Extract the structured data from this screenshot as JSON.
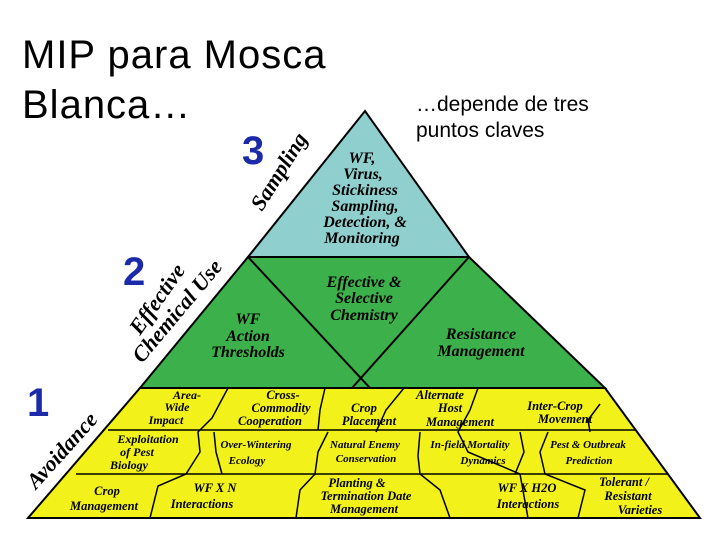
{
  "title": {
    "line1": "MIP para Mosca",
    "line2": "Blanca…"
  },
  "subtitle": {
    "line1": "…depende de tres",
    "line2": "puntos claves"
  },
  "tiers": {
    "three": {
      "number": "3",
      "side": "Sampling",
      "text": [
        "WF,",
        "Virus,",
        "Stickiness",
        "Sampling,",
        "Detection, &",
        "Monitoring"
      ]
    },
    "two": {
      "number": "2",
      "side1": "Effective",
      "side2": "Chemical Use",
      "effective": [
        "Effective &",
        "Selective",
        "Chemistry"
      ],
      "thresholds": [
        "WF",
        "Action",
        "Thresholds"
      ],
      "resistance": [
        "Resistance",
        "Management"
      ]
    },
    "one": {
      "number": "1",
      "side": "Avoidance",
      "cells": {
        "area": [
          "Area-",
          "Wide",
          "Impact"
        ],
        "cross": [
          "Cross-",
          "Commodity",
          "Cooperation"
        ],
        "crop": [
          "Crop",
          "Placement"
        ],
        "alt": [
          "Alternate",
          "Host",
          "Management"
        ],
        "inter": [
          "Inter-Crop",
          "Movement"
        ],
        "exploit": [
          "Exploitation",
          "of Pest",
          "Biology"
        ],
        "overw": [
          "Over-Wintering",
          "Ecology"
        ],
        "natural": [
          "Natural Enemy",
          "Conservation"
        ],
        "infield": [
          "In-field Mortality",
          "Dynamics"
        ],
        "pest": [
          "Pest & Outbreak",
          "Prediction"
        ],
        "cropmgmt": [
          "Crop",
          "Management"
        ],
        "wfxn": [
          "WF X N",
          "Interactions"
        ],
        "planting": [
          "Planting &",
          "Termination Date",
          "Management"
        ],
        "wfxh2o": [
          "WF X H2O",
          "Interactions"
        ],
        "tolerant": [
          "Tolerant /",
          "Resistant",
          "Varieties"
        ]
      }
    }
  },
  "colors": {
    "top": "#8fd0cf",
    "middle": "#3cb04a",
    "bottom": "#f2f21a",
    "outline": "#000000",
    "sideText": "#000000",
    "numberBlue": "#1a2aa8"
  }
}
